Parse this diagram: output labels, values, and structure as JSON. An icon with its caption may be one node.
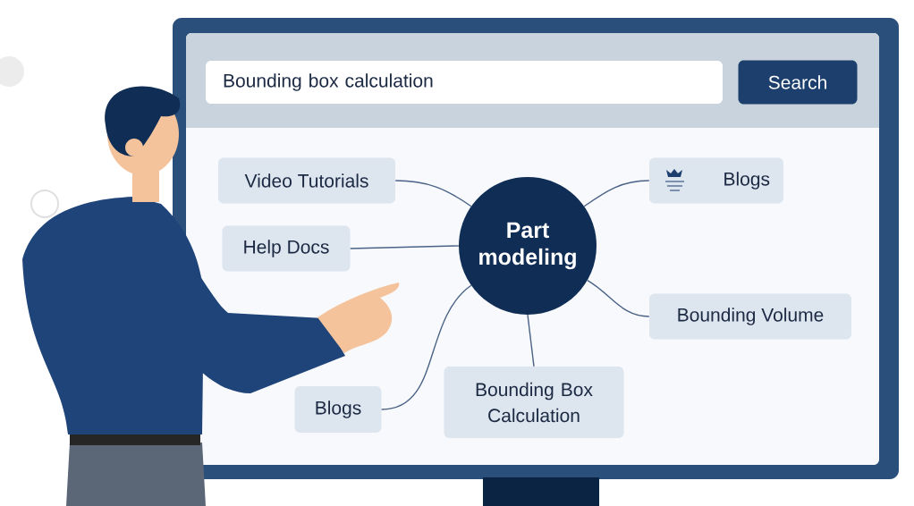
{
  "diagram": {
    "nodes": [
      {
        "text": [
          "Bounding box calculation"
        ]
      },
      {
        "text": [
          "Search"
        ]
      },
      {
        "text": [
          "Part modeling"
        ]
      },
      {
        "text": [
          "Video Tutorials"
        ]
      },
      {
        "text": [
          "Help Docs"
        ]
      },
      {
        "text": [
          "Blogs"
        ]
      },
      {
        "text": [
          "Bounding Box Calculation"
        ]
      },
      {
        "text": [
          "Blogs"
        ]
      },
      {
        "text": [
          "Bounding Volume"
        ]
      }
    ],
    "edges": [
      {
        "from": 2,
        "to": 3,
        "arrow": "none"
      },
      {
        "from": 2,
        "to": 4,
        "arrow": "none"
      },
      {
        "from": 2,
        "to": 5,
        "arrow": "none"
      },
      {
        "from": 2,
        "to": 6,
        "arrow": "none"
      },
      {
        "from": 2,
        "to": 7,
        "arrow": "none"
      },
      {
        "from": 2,
        "to": 8,
        "arrow": "none"
      }
    ]
  }
}
